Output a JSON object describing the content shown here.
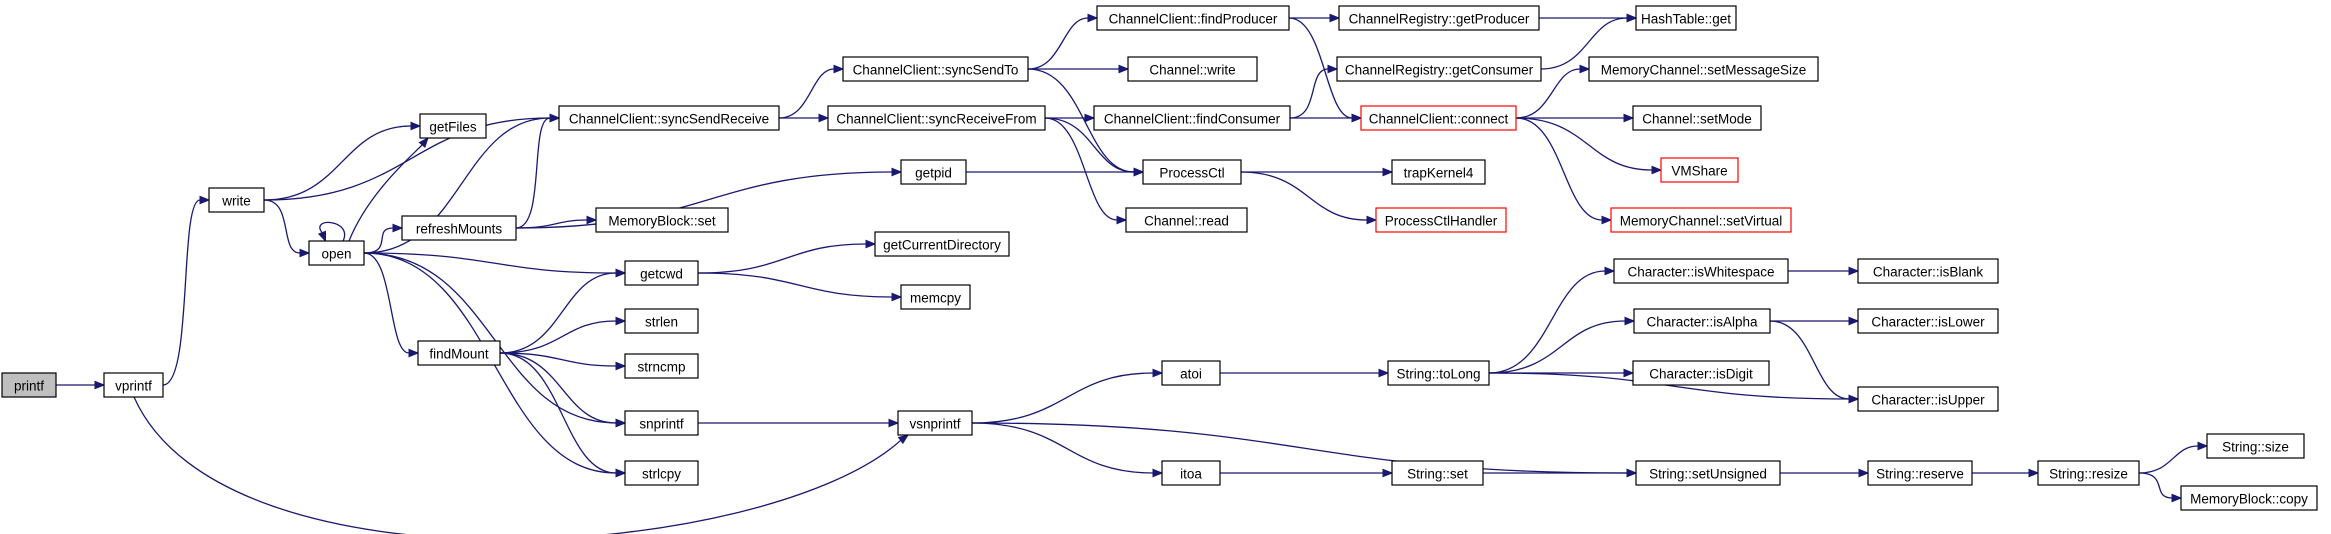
{
  "diagram": {
    "type": "call-graph",
    "colors": {
      "edge": "#191970",
      "node_border": "#000000",
      "truncated_border": "#ff0000",
      "root_fill": "#bfbfbf"
    },
    "nodes": [
      {
        "id": "printf",
        "label": "printf",
        "style": "root"
      },
      {
        "id": "vprintf",
        "label": "vprintf"
      },
      {
        "id": "write",
        "label": "write"
      },
      {
        "id": "vsnprintf",
        "label": "vsnprintf"
      },
      {
        "id": "getFiles",
        "label": "getFiles"
      },
      {
        "id": "open",
        "label": "open"
      },
      {
        "id": "syncSendReceive",
        "label": "ChannelClient::syncSendReceive"
      },
      {
        "id": "refreshMounts",
        "label": "refreshMounts"
      },
      {
        "id": "getcwd",
        "label": "getcwd"
      },
      {
        "id": "findMount",
        "label": "findMount"
      },
      {
        "id": "snprintf",
        "label": "snprintf"
      },
      {
        "id": "strlcpy",
        "label": "strlcpy"
      },
      {
        "id": "strlen",
        "label": "strlen"
      },
      {
        "id": "strncmp",
        "label": "strncmp"
      },
      {
        "id": "memblockSet",
        "label": "MemoryBlock::set"
      },
      {
        "id": "getpid",
        "label": "getpid"
      },
      {
        "id": "getCurrentDirectory",
        "label": "getCurrentDirectory"
      },
      {
        "id": "memcpy",
        "label": "memcpy"
      },
      {
        "id": "syncSendTo",
        "label": "ChannelClient::syncSendTo"
      },
      {
        "id": "syncReceiveFrom",
        "label": "ChannelClient::syncReceiveFrom"
      },
      {
        "id": "findProducer",
        "label": "ChannelClient::findProducer"
      },
      {
        "id": "channelWrite",
        "label": "Channel::write"
      },
      {
        "id": "findConsumer",
        "label": "ChannelClient::findConsumer"
      },
      {
        "id": "processCtl",
        "label": "ProcessCtl"
      },
      {
        "id": "channelRead",
        "label": "Channel::read"
      },
      {
        "id": "getProducer",
        "label": "ChannelRegistry::getProducer"
      },
      {
        "id": "getConsumer",
        "label": "ChannelRegistry::getConsumer"
      },
      {
        "id": "connect",
        "label": "ChannelClient::connect",
        "style": "truncated"
      },
      {
        "id": "trapKernel4",
        "label": "trapKernel4"
      },
      {
        "id": "processCtlHandler",
        "label": "ProcessCtlHandler",
        "style": "truncated"
      },
      {
        "id": "hashGet",
        "label": "HashTable::get"
      },
      {
        "id": "setMessageSize",
        "label": "MemoryChannel::setMessageSize"
      },
      {
        "id": "setMode",
        "label": "Channel::setMode"
      },
      {
        "id": "vmshare",
        "label": "VMShare",
        "style": "truncated"
      },
      {
        "id": "setVirtual",
        "label": "MemoryChannel::setVirtual",
        "style": "truncated"
      },
      {
        "id": "atoi",
        "label": "atoi"
      },
      {
        "id": "itoa",
        "label": "itoa"
      },
      {
        "id": "toLong",
        "label": "String::toLong"
      },
      {
        "id": "stringSet",
        "label": "String::set"
      },
      {
        "id": "isWhitespace",
        "label": "Character::isWhitespace"
      },
      {
        "id": "isAlpha",
        "label": "Character::isAlpha"
      },
      {
        "id": "isDigit",
        "label": "Character::isDigit"
      },
      {
        "id": "isUpper",
        "label": "Character::isUpper"
      },
      {
        "id": "isBlank",
        "label": "Character::isBlank"
      },
      {
        "id": "isLower",
        "label": "Character::isLower"
      },
      {
        "id": "setUnsigned",
        "label": "String::setUnsigned"
      },
      {
        "id": "reserve",
        "label": "String::reserve"
      },
      {
        "id": "resize",
        "label": "String::resize"
      },
      {
        "id": "stringSize",
        "label": "String::size"
      },
      {
        "id": "memblockCopy",
        "label": "MemoryBlock::copy"
      }
    ],
    "edges": [
      {
        "from": "printf",
        "to": "vprintf"
      },
      {
        "from": "vprintf",
        "to": "write"
      },
      {
        "from": "vprintf",
        "to": "vsnprintf"
      },
      {
        "from": "write",
        "to": "syncSendReceive"
      },
      {
        "from": "write",
        "to": "getFiles"
      },
      {
        "from": "write",
        "to": "open"
      },
      {
        "from": "open",
        "to": "open"
      },
      {
        "from": "open",
        "to": "getFiles"
      },
      {
        "from": "open",
        "to": "syncSendReceive"
      },
      {
        "from": "open",
        "to": "refreshMounts"
      },
      {
        "from": "open",
        "to": "getcwd"
      },
      {
        "from": "open",
        "to": "findMount"
      },
      {
        "from": "open",
        "to": "snprintf"
      },
      {
        "from": "open",
        "to": "strlcpy"
      },
      {
        "from": "refreshMounts",
        "to": "syncSendReceive"
      },
      {
        "from": "refreshMounts",
        "to": "getpid"
      },
      {
        "from": "refreshMounts",
        "to": "memblockSet"
      },
      {
        "from": "findMount",
        "to": "getcwd"
      },
      {
        "from": "findMount",
        "to": "strlen"
      },
      {
        "from": "findMount",
        "to": "strncmp"
      },
      {
        "from": "findMount",
        "to": "snprintf"
      },
      {
        "from": "findMount",
        "to": "strlcpy"
      },
      {
        "from": "getcwd",
        "to": "getCurrentDirectory"
      },
      {
        "from": "getcwd",
        "to": "memcpy"
      },
      {
        "from": "snprintf",
        "to": "vsnprintf"
      },
      {
        "from": "syncSendReceive",
        "to": "syncSendTo"
      },
      {
        "from": "syncSendReceive",
        "to": "syncReceiveFrom"
      },
      {
        "from": "syncSendTo",
        "to": "findProducer"
      },
      {
        "from": "syncSendTo",
        "to": "channelWrite"
      },
      {
        "from": "syncSendTo",
        "to": "processCtl"
      },
      {
        "from": "syncReceiveFrom",
        "to": "findConsumer"
      },
      {
        "from": "syncReceiveFrom",
        "to": "processCtl"
      },
      {
        "from": "syncReceiveFrom",
        "to": "channelRead"
      },
      {
        "from": "getpid",
        "to": "processCtl"
      },
      {
        "from": "findProducer",
        "to": "getProducer"
      },
      {
        "from": "findProducer",
        "to": "connect"
      },
      {
        "from": "findConsumer",
        "to": "getConsumer"
      },
      {
        "from": "findConsumer",
        "to": "connect"
      },
      {
        "from": "getProducer",
        "to": "hashGet"
      },
      {
        "from": "getConsumer",
        "to": "hashGet"
      },
      {
        "from": "connect",
        "to": "setMessageSize"
      },
      {
        "from": "connect",
        "to": "setMode"
      },
      {
        "from": "connect",
        "to": "vmshare"
      },
      {
        "from": "connect",
        "to": "setVirtual"
      },
      {
        "from": "processCtl",
        "to": "trapKernel4"
      },
      {
        "from": "processCtl",
        "to": "processCtlHandler"
      },
      {
        "from": "vsnprintf",
        "to": "atoi"
      },
      {
        "from": "vsnprintf",
        "to": "itoa"
      },
      {
        "from": "vsnprintf",
        "to": "setUnsigned"
      },
      {
        "from": "atoi",
        "to": "toLong"
      },
      {
        "from": "itoa",
        "to": "stringSet"
      },
      {
        "from": "stringSet",
        "to": "setUnsigned"
      },
      {
        "from": "toLong",
        "to": "isWhitespace"
      },
      {
        "from": "toLong",
        "to": "isAlpha"
      },
      {
        "from": "toLong",
        "to": "isDigit"
      },
      {
        "from": "toLong",
        "to": "isUpper"
      },
      {
        "from": "isWhitespace",
        "to": "isBlank"
      },
      {
        "from": "isAlpha",
        "to": "isLower"
      },
      {
        "from": "isAlpha",
        "to": "isUpper"
      },
      {
        "from": "setUnsigned",
        "to": "reserve"
      },
      {
        "from": "reserve",
        "to": "resize"
      },
      {
        "from": "resize",
        "to": "stringSize"
      },
      {
        "from": "resize",
        "to": "memblockCopy"
      }
    ]
  }
}
